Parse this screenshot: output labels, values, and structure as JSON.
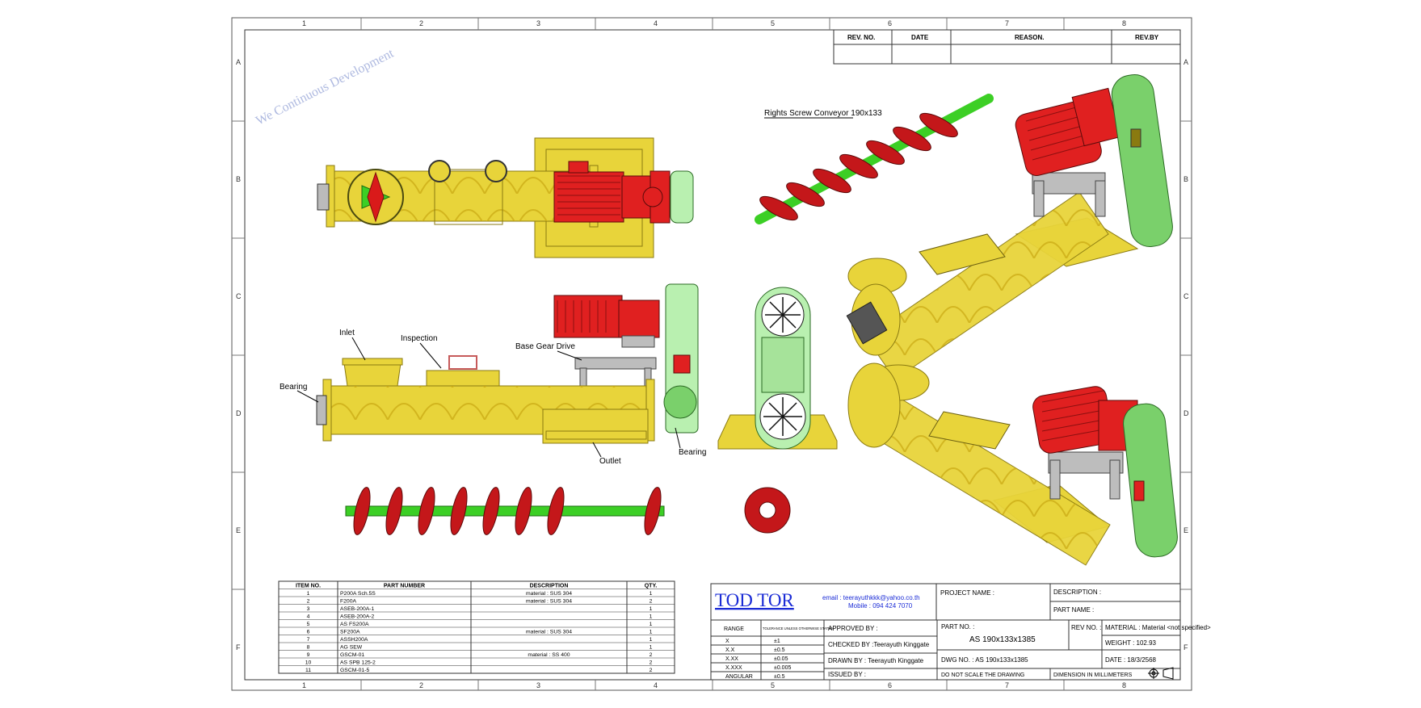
{
  "frame": {
    "columns": [
      "1",
      "2",
      "3",
      "4",
      "5",
      "6",
      "7",
      "8"
    ],
    "rows": [
      "A",
      "B",
      "C",
      "D",
      "E",
      "F"
    ]
  },
  "watermark": "We Continuous Development",
  "revision_table": {
    "headers": [
      "REV. NO.",
      "DATE",
      "REASON.",
      "REV.BY"
    ]
  },
  "callouts": {
    "screw_title": "Rights Screw Conveyor 190x133",
    "inlet": "Inlet",
    "inspection": "Inspection",
    "base_gear_drive": "Base Gear Drive",
    "bearing_left": "Bearing",
    "bearing_right": "Bearing",
    "outlet": "Outlet"
  },
  "bom": {
    "headers": [
      "ITEM NO.",
      "PART NUMBER",
      "DESCRIPTION",
      "QTY."
    ],
    "rows": [
      [
        "1",
        "P200A Sch.5S",
        "material : SUS 304",
        "1"
      ],
      [
        "2",
        "F200A",
        "material : SUS 304",
        "2"
      ],
      [
        "3",
        "ASEB-200A-1",
        "",
        "1"
      ],
      [
        "4",
        "ASEB-200A-2",
        "",
        "1"
      ],
      [
        "5",
        "AS FS200A",
        "",
        "1"
      ],
      [
        "6",
        "SF200A",
        "material : SUS 304",
        "1"
      ],
      [
        "7",
        "ASSH200A",
        "",
        "1"
      ],
      [
        "8",
        "AG SEW",
        "",
        "1"
      ],
      [
        "9",
        "GSCM-01",
        "material : SS 400",
        "2"
      ],
      [
        "10",
        "AS SPB 125-2",
        "",
        "2"
      ],
      [
        "11",
        "GSCM-01-5",
        "",
        "2"
      ]
    ]
  },
  "title_block": {
    "company": "TOD TOR",
    "email": "email : teerayuthkkk@yahoo.co.th",
    "mobile": "Mobile : 094 424 7070",
    "project_label": "PROJECT NAME :",
    "description_label": "DESCRIPTION :",
    "part_name_label": "PART NAME :",
    "tolerance_header": "RANGE",
    "tolerance_header2": "TOLERANCE UNLESS OTHERWISE STATED",
    "tolerances": [
      [
        "X",
        "±1"
      ],
      [
        "X.X",
        "±0.5"
      ],
      [
        "X.XX",
        "±0.05"
      ],
      [
        "X.XXX",
        "±0.005"
      ],
      [
        "ANGULAR",
        "±0.5"
      ]
    ],
    "approved_by": "APPROVED BY :",
    "checked_by": "CHECKED BY :Teerayuth Kinggate",
    "drawn_by": "DRAWN BY : Teerayuth Kinggate",
    "issued_by": "ISSUED BY :",
    "part_no_label": "PART NO. :",
    "part_no": "AS 190x133x1385",
    "rev_no_label": "REV NO. :",
    "dwg_no": "DWG NO. :  AS 190x133x1385",
    "material": "MATERIAL : Material <not specified>",
    "weight": "WEIGHT : 102.93",
    "date": "DATE :   18/3/2568",
    "no_scale": "DO NOT SCALE THE DRAWING",
    "dimension": "DIMENSION IN MILLIMETERS"
  },
  "colors": {
    "yellow": "#e8d43a",
    "yellow_dark": "#8a7a10",
    "red": "#e02020",
    "green": "#3ccf25",
    "screw_red": "#c4171a",
    "guard_green": "#b9f0b0",
    "gray": "#bdbdbd",
    "blue": "#1a2bd6"
  }
}
